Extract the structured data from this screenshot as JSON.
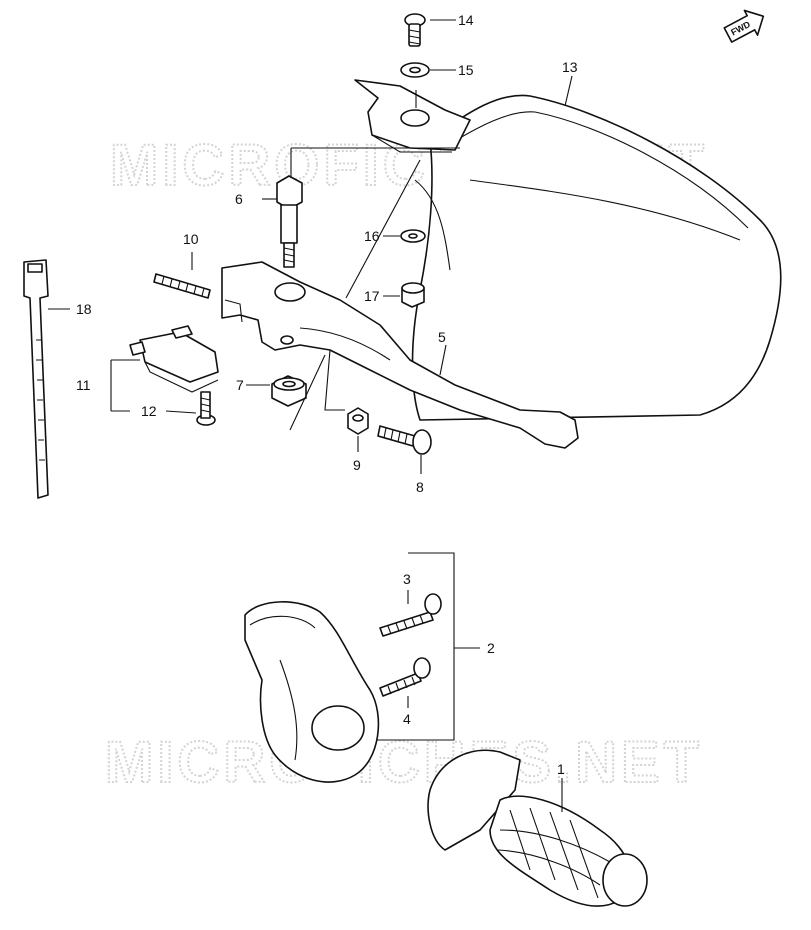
{
  "watermarks": [
    "MICROFICHES.NET",
    "MICROFICHES.NET"
  ],
  "direction_badge": "FWD",
  "labels": {
    "p1": "1",
    "p2": "2",
    "p3": "3",
    "p4": "4",
    "p5": "5",
    "p6": "6",
    "p7": "7",
    "p8": "8",
    "p9": "9",
    "p10": "10",
    "p11": "11",
    "p12": "12",
    "p13": "13",
    "p14": "14",
    "p15": "15",
    "p16": "16",
    "p17": "17",
    "p18": "18"
  }
}
